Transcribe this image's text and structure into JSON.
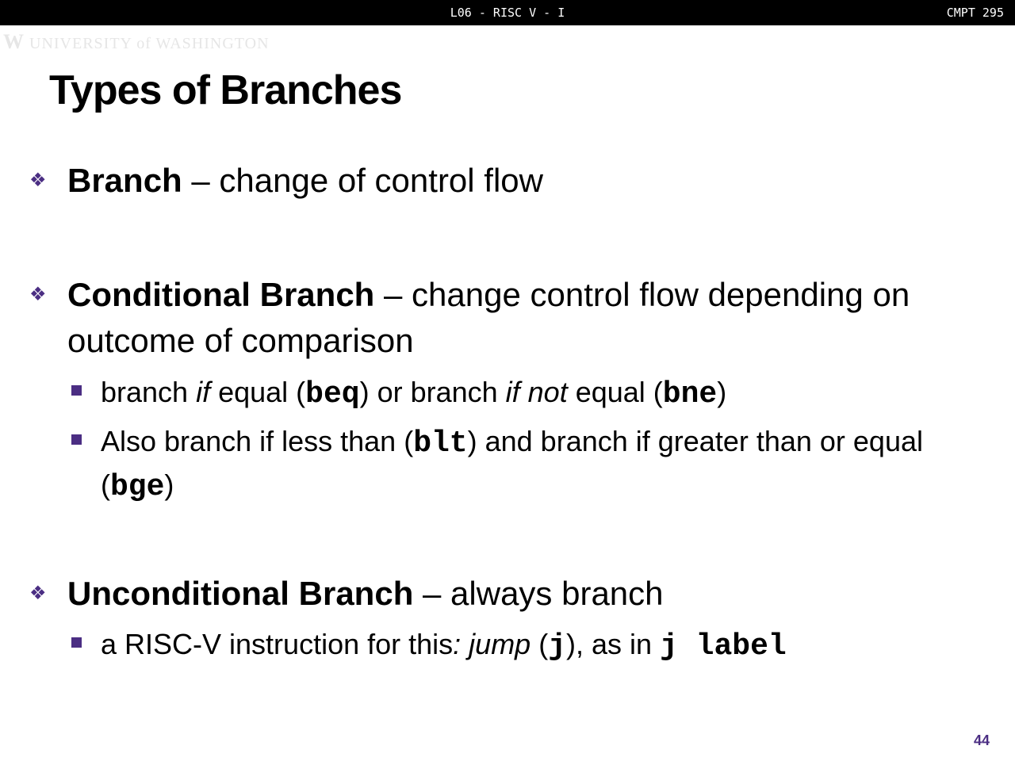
{
  "header": {
    "lecture": "L06 - RISC V - I",
    "course": "CMPT 295"
  },
  "logo": {
    "mark": "W",
    "text": "UNIVERSITY of WASHINGTON"
  },
  "title": "Types of Branches",
  "bullets": {
    "b1": {
      "term": "Branch",
      "rest": " – change of control flow"
    },
    "b2": {
      "term": "Conditional Branch",
      "rest": " – change control flow depending on outcome of comparison",
      "s1": {
        "t1": "branch ",
        "i1": "if",
        "t2": " equal (",
        "c1": "beq",
        "t3": ") or branch ",
        "i2": "if not",
        "t4": " equal (",
        "c2": "bne",
        "t5": ")"
      },
      "s2": {
        "t1": "Also branch if less than (",
        "c1": "blt",
        "t2": ") and branch if greater than or equal (",
        "c2": "bge",
        "t3": ")"
      }
    },
    "b3": {
      "term": "Unconditional Branch",
      "rest": " – always branch",
      "s1": {
        "t1": "a RISC-V instruction for this",
        ":": ":",
        "i1": " jump",
        "t2": " (",
        "c1": "j",
        "t3": "), as in ",
        "c2": "j label"
      }
    }
  },
  "page_number": "44"
}
